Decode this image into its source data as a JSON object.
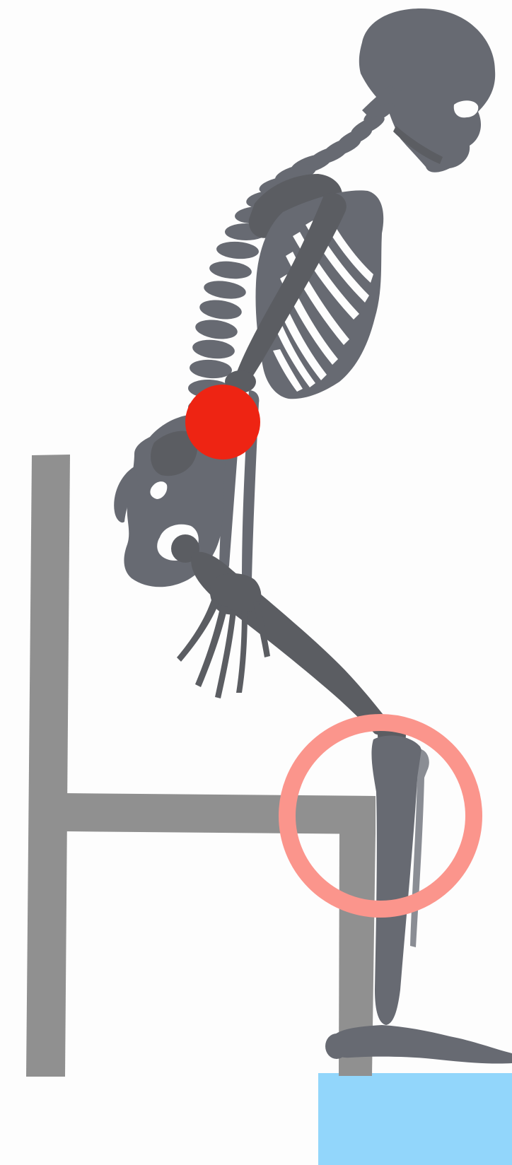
{
  "figure": {
    "description_free": true
  },
  "colors": {
    "background": "#fdfdfd",
    "skeleton": "#676a72",
    "skeleton_dark": "#5b5d62",
    "skeleton_light": "#8a8d94",
    "chair": "#909090",
    "floor_block": "#92d6fb",
    "pain_marker": "#ee2413",
    "highlight_ring": "#fb958c"
  },
  "markers": [
    {
      "name": "lower-back-marker",
      "kind": "filled-circle",
      "color": "#ee2413"
    },
    {
      "name": "knee-highlight-ring",
      "kind": "ring",
      "color": "#fb958c"
    }
  ],
  "icons": {
    "figure": "skeleton-icon",
    "furniture": "chair-icon"
  }
}
